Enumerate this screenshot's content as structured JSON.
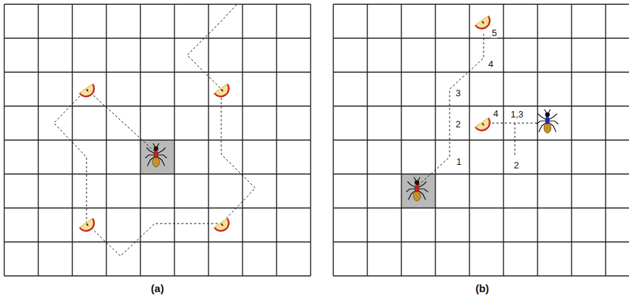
{
  "diagram": {
    "labels": [
      "(a)",
      "(b)",
      "5",
      "4",
      "3",
      "2",
      "4",
      "1,3",
      "1",
      "2"
    ]
  }
}
